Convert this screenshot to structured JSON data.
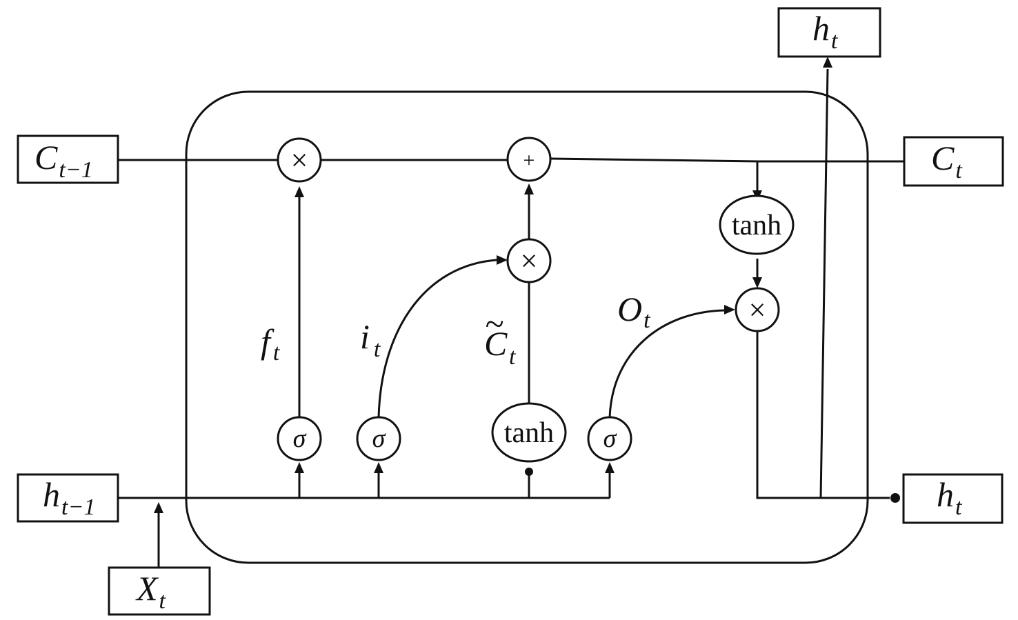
{
  "inputs": {
    "c_prev": {
      "base": "C",
      "sub": "t−1"
    },
    "h_prev": {
      "base": "h",
      "sub": "t−1"
    },
    "x": {
      "base": "X",
      "sub": "t"
    }
  },
  "outputs": {
    "c_out": {
      "base": "C",
      "sub": "t"
    },
    "h_out_right": {
      "base": "h",
      "sub": "t"
    },
    "h_out_top": {
      "base": "h",
      "sub": "t"
    }
  },
  "operators": {
    "multiply": "×",
    "add": "+",
    "sigmoid": "σ",
    "tanh": "tanh"
  },
  "gate_labels": {
    "forget": {
      "base": "f",
      "sub": "t"
    },
    "input": {
      "base": "i",
      "sub": "t"
    },
    "candidate": {
      "base": "C",
      "tilde": "~",
      "sub": "t"
    },
    "output": {
      "base": "O",
      "sub": "t"
    }
  },
  "colors": {
    "stroke": "#111111",
    "background": "#ffffff"
  }
}
